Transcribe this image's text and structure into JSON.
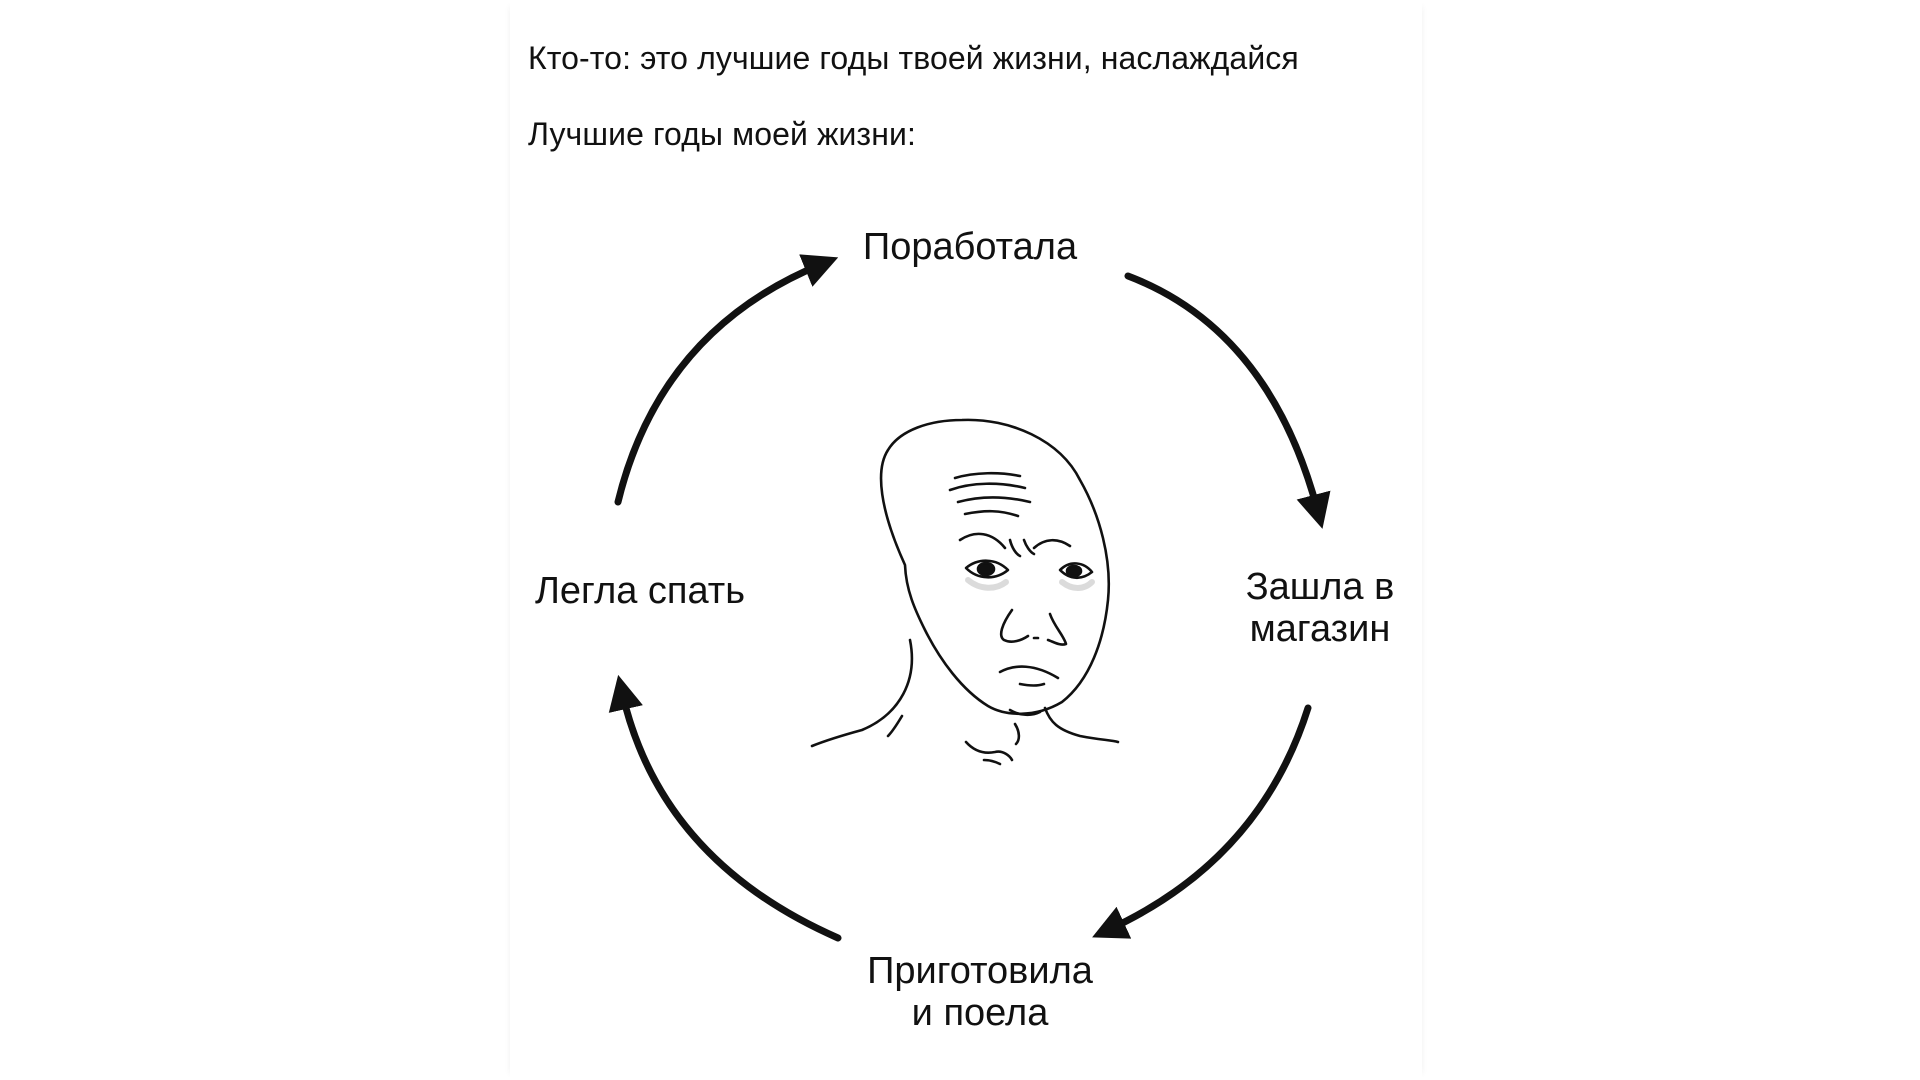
{
  "caption": {
    "someone_says": "Кто-то: это лучшие годы твоей жизни, наслаждайся",
    "my_best_years": "Лучшие годы моей жизни:"
  },
  "cycle": {
    "steps": [
      "Поработала",
      "Зашла в\nмагазин",
      "Приготовила\nи поела",
      "Легла спать"
    ]
  },
  "colors": {
    "ink": "#111111",
    "background": "#ffffff"
  },
  "icons": {
    "center": "sad-wojak-face-icon"
  }
}
